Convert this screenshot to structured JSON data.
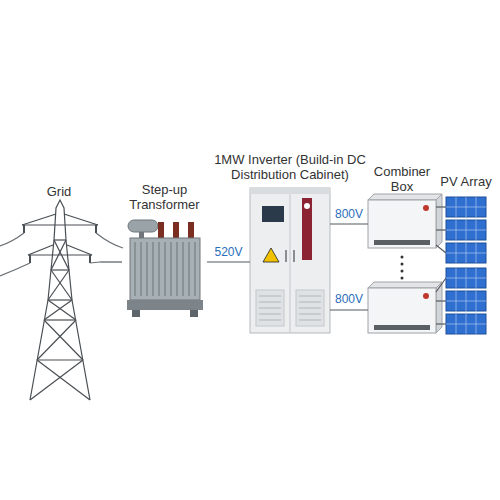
{
  "diagram": {
    "nodes": [
      {
        "text": [
          "Grid"
        ]
      },
      {
        "text": [
          "Step-up Transformer"
        ]
      },
      {
        "text": [
          "1MW Inverter (Build-in DC Distribution Cabinet)"
        ]
      },
      {
        "text": [
          "Combiner Box"
        ]
      },
      {
        "text": [
          "PV Array"
        ]
      }
    ],
    "edges": [
      {
        "from": 0,
        "to": 1,
        "arrow": "none"
      },
      {
        "from": 1,
        "to": 2,
        "label": "520V",
        "arrow": "none"
      },
      {
        "from": 2,
        "to": 3,
        "label": "800V",
        "arrow": "none"
      },
      {
        "from": 3,
        "to": 4,
        "arrow": "none"
      }
    ],
    "labels": [
      "800V"
    ]
  }
}
